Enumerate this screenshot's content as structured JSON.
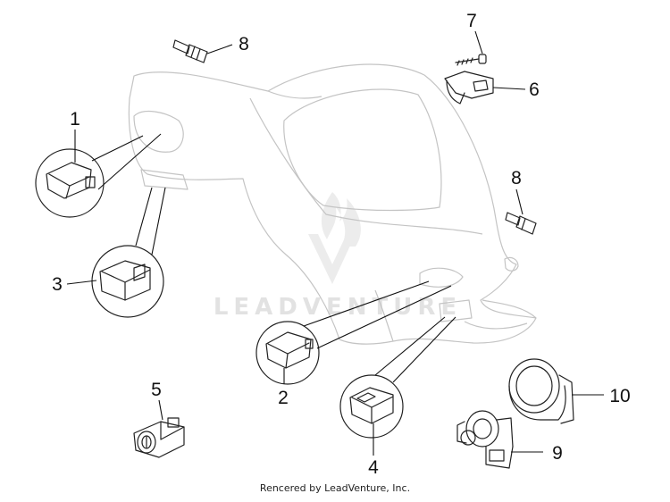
{
  "callouts": {
    "c1": "1",
    "c2": "2",
    "c3": "3",
    "c4": "4",
    "c5": "5",
    "c6": "6",
    "c7": "7",
    "c8a": "8",
    "c8b": "8",
    "c9": "9",
    "c10": "10"
  },
  "watermark": {
    "text": "LEADVENTURE"
  },
  "footer": {
    "credit": "Rencered by LeadVenture, Inc."
  },
  "colors": {
    "line": "#222222",
    "body_outline": "#c4c4c4",
    "watermark": "#e2e2e2"
  }
}
